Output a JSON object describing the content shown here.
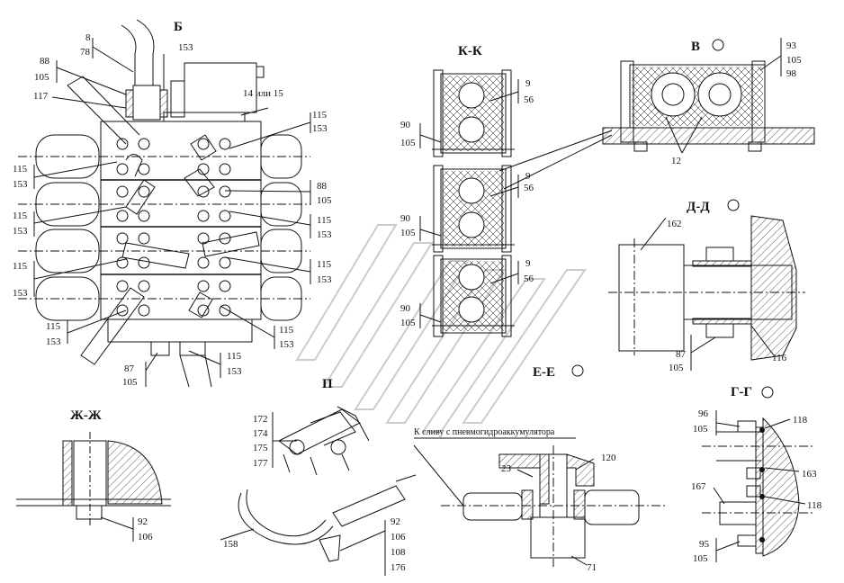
{
  "section_titles": {
    "b": "Б",
    "kk": "К-К",
    "v": "В",
    "dd": "Д-Д",
    "ee": "Е-Е",
    "p": "П",
    "zhzh": "Ж-Ж",
    "gg": "Г-Г"
  },
  "notes": {
    "drain": "К сливу с пневмогидроаккумулятора",
    "variant": "14 или 15"
  },
  "labels": {
    "l8": "8",
    "l78": "78",
    "l153top": "153",
    "l88a": "88",
    "l105a": "105",
    "l117": "117",
    "l115r1": "115",
    "l153r1": "153",
    "l115l1": "115",
    "l153l1": "153",
    "l88b": "88",
    "l105b": "105",
    "l115l2": "115",
    "l153l2": "153",
    "l115r2": "115",
    "l153r2": "153",
    "l115r3": "115",
    "l153r3": "153",
    "l115l3": "115",
    "l153l3": "153",
    "l115l4": "115",
    "l153l4": "153",
    "l115r4": "115",
    "l153r4": "153",
    "l115b": "115",
    "l153b": "153",
    "l87a": "87",
    "l105c": "105",
    "k9a": "9",
    "k56a": "56",
    "k90a": "90",
    "k105a": "105",
    "k9b": "9",
    "k56b": "56",
    "k90b": "90",
    "k105b": "105",
    "k9c": "9",
    "k56c": "56",
    "k90c": "90",
    "k105c": "105",
    "v93": "93",
    "v105": "105",
    "v98": "98",
    "v12": "12",
    "d162": "162",
    "d87": "87",
    "d105": "105",
    "d116": "116",
    "p172": "172",
    "p174": "174",
    "p175": "175",
    "p177": "177",
    "p158": "158",
    "p92": "92",
    "p106": "106",
    "p108": "108",
    "p176": "176",
    "z92": "92",
    "z106": "106",
    "e23": "23",
    "e120": "120",
    "e71": "71",
    "g96": "96",
    "g105a": "105",
    "g118a": "118",
    "g163": "163",
    "g167": "167",
    "g118b": "118",
    "g95": "95",
    "g105b": "105"
  }
}
